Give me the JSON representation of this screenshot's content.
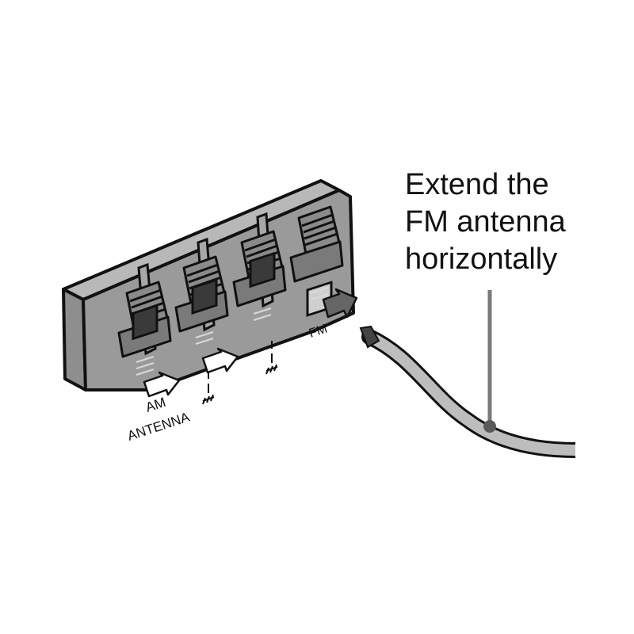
{
  "callout": {
    "lines": [
      "Extend the",
      "FM antenna",
      "horizontally"
    ]
  },
  "labels": {
    "am_top": "AM",
    "am_bottom": "ANTENNA",
    "fm": "FM"
  },
  "colors": {
    "terminal_body": "#9a9a9a",
    "terminal_dark": "#6f6f6f",
    "terminal_light": "#c4c4c4",
    "outline": "#111111",
    "leader_line": "#7a7a7a",
    "fm_arrow": "#6a6a6a",
    "am_arrow": "#ffffff"
  }
}
